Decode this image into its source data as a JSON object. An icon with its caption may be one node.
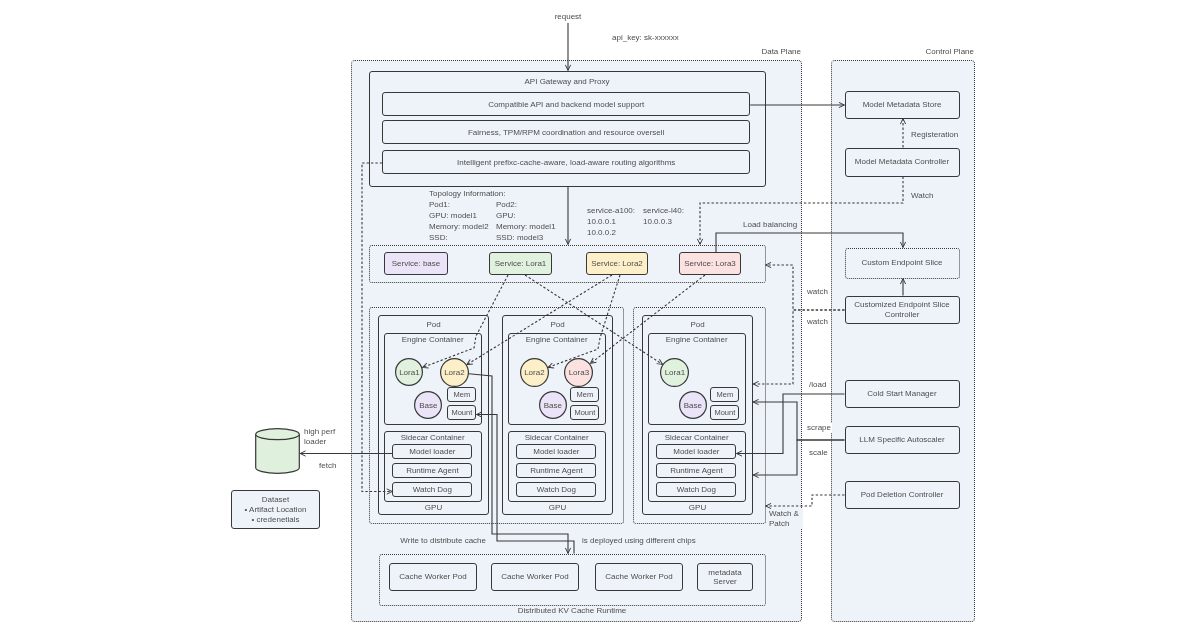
{
  "diagram": {
    "nodes": [
      {
        "text": [
          "request"
        ]
      },
      {
        "text": [
          "Data Plane"
        ]
      },
      {
        "text": [
          "API Gateway and Proxy"
        ],
        "in": 1
      },
      {
        "text": [
          "Compatible API and backend model support"
        ],
        "in": 2
      },
      {
        "text": [
          "Fairness, TPM/RPM coordination and resource oversell"
        ],
        "in": 2
      },
      {
        "text": [
          "Intelligent prefixc-cache-aware, load-aware routing algorithms"
        ],
        "in": 2
      },
      {
        "text": [],
        "shape": "box",
        "in": 1
      },
      {
        "text": [
          "Service: base"
        ],
        "in": 6
      },
      {
        "text": [
          "Service: Lora1"
        ],
        "in": 6
      },
      {
        "text": [
          "Service: Lora2"
        ],
        "in": 6
      },
      {
        "text": [
          "Service: Lora3"
        ],
        "in": 6
      },
      {
        "text": [],
        "shape": "box",
        "in": 1
      },
      {
        "text": [
          "Pod",
          "GPU"
        ],
        "in": 11
      },
      {
        "text": [
          "Engine Container"
        ],
        "in": 12
      },
      {
        "text": [
          "Lora1"
        ],
        "in": 13
      },
      {
        "text": [
          "Lora2"
        ],
        "in": 13
      },
      {
        "text": [
          "Base"
        ],
        "in": 13
      },
      {
        "text": [
          "Mem"
        ],
        "in": 13
      },
      {
        "text": [
          "Mount"
        ],
        "in": 13
      },
      {
        "text": [
          "Sidecar Container"
        ],
        "in": 12
      },
      {
        "text": [
          "Model loader"
        ],
        "in": 19
      },
      {
        "text": [
          "Runtime Agent"
        ],
        "in": 19
      },
      {
        "text": [
          "Watch Dog"
        ],
        "in": 19
      },
      {
        "text": [
          "Pod",
          "GPU"
        ],
        "in": 11
      },
      {
        "text": [
          "Engine Container"
        ],
        "in": 23
      },
      {
        "text": [
          "Lora2"
        ],
        "in": 24
      },
      {
        "text": [
          "Lora3"
        ],
        "in": 24
      },
      {
        "text": [
          "Base"
        ],
        "in": 24
      },
      {
        "text": [
          "Mem"
        ],
        "in": 24
      },
      {
        "text": [
          "Mount"
        ],
        "in": 24
      },
      {
        "text": [
          "Sidecar Container"
        ],
        "in": 23
      },
      {
        "text": [
          "Model loader"
        ],
        "in": 30
      },
      {
        "text": [
          "Runtime Agent"
        ],
        "in": 30
      },
      {
        "text": [
          "Watch Dog"
        ],
        "in": 30
      },
      {
        "text": [],
        "shape": "box",
        "in": 1
      },
      {
        "text": [
          "Pod",
          "GPU"
        ],
        "in": 34
      },
      {
        "text": [
          "Engine Container"
        ],
        "in": 35
      },
      {
        "text": [
          "Lora1"
        ],
        "in": 36
      },
      {
        "text": [
          "Base"
        ],
        "in": 36
      },
      {
        "text": [
          "Mem"
        ],
        "in": 36
      },
      {
        "text": [
          "Mount"
        ],
        "in": 36
      },
      {
        "text": [
          "Sidecar Container"
        ],
        "in": 35
      },
      {
        "text": [
          "Model loader"
        ],
        "in": 41
      },
      {
        "text": [
          "Runtime Agent"
        ],
        "in": 41
      },
      {
        "text": [
          "Watch Dog"
        ],
        "in": 41
      },
      {
        "text": [
          "Distributed KV Cache Runtime"
        ],
        "in": 1
      },
      {
        "text": [
          "Cache Worker Pod"
        ],
        "in": 45
      },
      {
        "text": [
          "Cache Worker Pod"
        ],
        "in": 45
      },
      {
        "text": [
          "Cache Worker Pod"
        ],
        "in": 45
      },
      {
        "text": [
          "metadata Server"
        ],
        "in": 45
      },
      {
        "text": [
          "Control Plane"
        ]
      },
      {
        "text": [
          "Model Metadata Store"
        ],
        "in": 50
      },
      {
        "text": [
          "Model Metadata Controller"
        ],
        "in": 50
      },
      {
        "text": [
          "Custom Endpoint Slice"
        ],
        "in": 50
      },
      {
        "text": [
          "Customized Endpoint Slice Controller"
        ],
        "in": 50
      },
      {
        "text": [
          "Cold Start Manager"
        ],
        "in": 50
      },
      {
        "text": [
          "LLM Specific Autoscaler"
        ],
        "in": 50
      },
      {
        "text": [
          "Pod Deletion Controller"
        ],
        "in": 50
      },
      {
        "text": [],
        "shape": "cylinder"
      },
      {
        "text": [
          "Dataset",
          "• Artifact Location",
          "• credenetials"
        ]
      }
    ],
    "edges": [
      {
        "from": 0,
        "to": 2,
        "arrow": "to"
      },
      {
        "from": 3,
        "to": 51,
        "arrow": "to"
      },
      {
        "from": 52,
        "to": 51,
        "arrow": "to",
        "label": "Registeration",
        "style": "dashed"
      },
      {
        "from": 52,
        "to": 6,
        "arrow": "to",
        "label": "Watch",
        "style": "dashed"
      },
      {
        "from": 10,
        "to": 53,
        "arrow": "to",
        "label": "Load balancing"
      },
      {
        "from": 54,
        "to": 53,
        "arrow": "to"
      },
      {
        "from": 54,
        "to": 6,
        "arrow": "to",
        "label": "watch",
        "style": "dashed"
      },
      {
        "from": 54,
        "to": 35,
        "arrow": "to",
        "label": "watch",
        "style": "dashed"
      },
      {
        "from": 55,
        "to": 42,
        "arrow": "to",
        "label": "/load"
      },
      {
        "from": 56,
        "to": 35,
        "arrow": "to",
        "label": "scrape"
      },
      {
        "from": 56,
        "to": 35,
        "arrow": "to",
        "label": "scale"
      },
      {
        "from": 57,
        "to": 34,
        "arrow": "to",
        "label": "Watch & Patch",
        "style": "dashed"
      },
      {
        "from": 2,
        "to": 6,
        "arrow": "to"
      },
      {
        "from": 5,
        "to": 22,
        "arrow": "to",
        "style": "dashed"
      },
      {
        "from": 8,
        "to": 14,
        "arrow": "to",
        "style": "dashed"
      },
      {
        "from": 8,
        "to": 37,
        "arrow": "to",
        "style": "dashed"
      },
      {
        "from": 9,
        "to": 15,
        "arrow": "to",
        "style": "dashed"
      },
      {
        "from": 9,
        "to": 25,
        "arrow": "to",
        "style": "dashed"
      },
      {
        "from": 10,
        "to": 26,
        "arrow": "to",
        "style": "dashed"
      },
      {
        "from": 15,
        "to": 45,
        "arrow": "to",
        "label": "Write to distribute cache"
      },
      {
        "from": 45,
        "to": 18,
        "arrow": "to"
      },
      {
        "from": 20,
        "to": 58,
        "arrow": "to",
        "label": "fetch"
      }
    ],
    "labels": [
      "api_key: sk-xxxxxx",
      "Topology Information:",
      "Pod1:",
      "Pod2:",
      "GPU: model1",
      "GPU:",
      "Memory: model2",
      "Memory: model1",
      "SSD:",
      "SSD: model3",
      "service-a100:",
      "service-l40:",
      "10.0.0.1",
      "10.0.0.3",
      "10.0.0.2",
      "high perf loader",
      "is deployed using different chips"
    ]
  }
}
